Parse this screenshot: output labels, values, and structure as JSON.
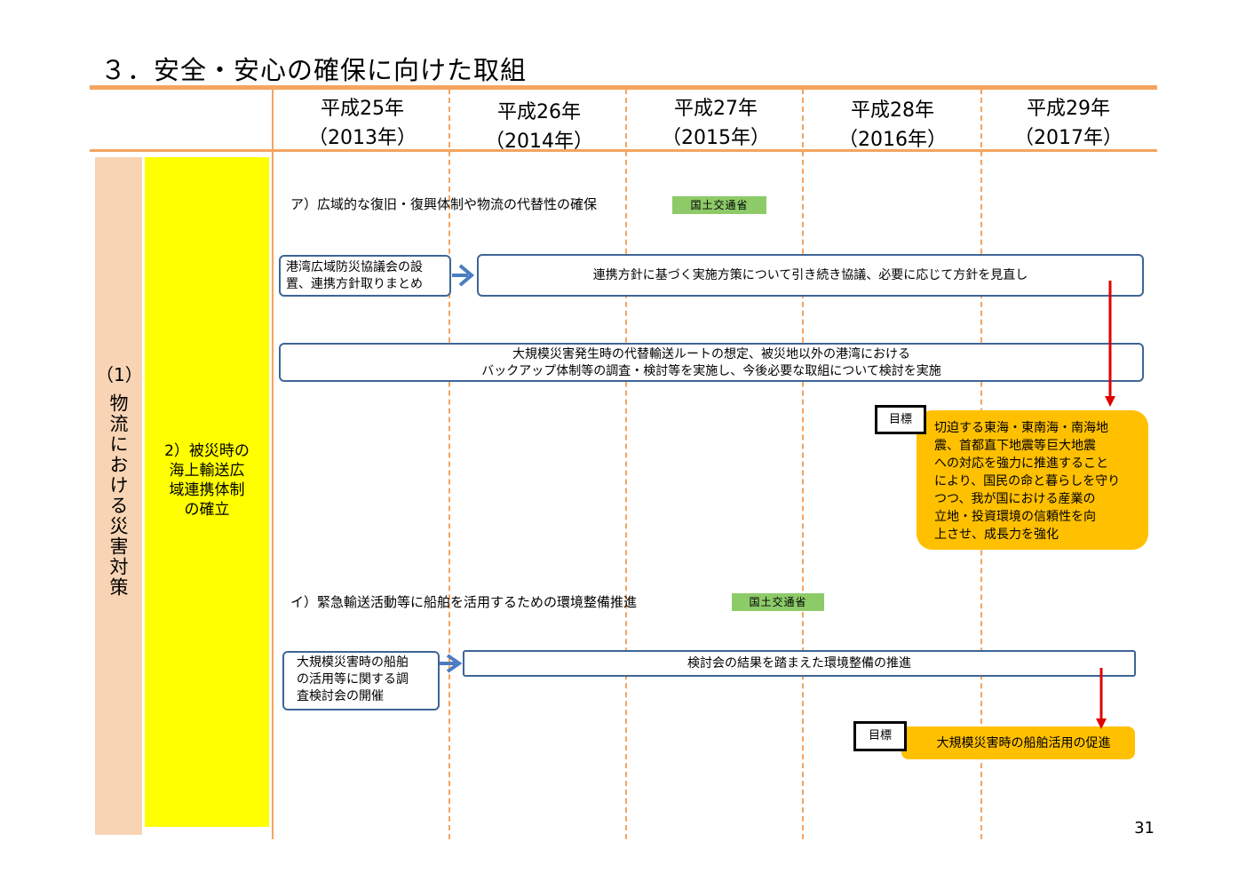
{
  "page": {
    "title": "３．安全・安心の確保に向けた取組",
    "page_number": "31"
  },
  "years": [
    {
      "era": "平成25年",
      "western": "（2013年）"
    },
    {
      "era": "平成26年",
      "western": "（2014年）"
    },
    {
      "era": "平成27年",
      "western": "（2015年）"
    },
    {
      "era": "平成28年",
      "western": "（2016年）"
    },
    {
      "era": "平成29年",
      "western": "（2017年）"
    }
  ],
  "category": {
    "main_number": "（1）",
    "main_label": "物流における災害対策",
    "sub_label_line1": "2）被災時の",
    "sub_label_line2": "海上輸送広",
    "sub_label_line3": "域連携体制",
    "sub_label_line4": "の確立"
  },
  "section_a": {
    "heading": "ア）広域的な復旧・復興体制や物流の代替性の確保",
    "ministry": "国土交通省",
    "box1_line1": "港湾広域防災協議会の設",
    "box1_line2": "置、連携方針取りまとめ",
    "box2": "連携方針に基づく実施方策について引き続き協議、必要に応じて方針を見直し",
    "box3_line1": "大規模災害発生時の代替輸送ルートの想定、被災地以外の港湾における",
    "box3_line2": "バックアップ体制等の調査・検討等を実施し、今後必要な取組について検討を実施",
    "goal_label": "目標",
    "goal_lines": [
      "切迫する東海・東南海・南海地",
      "震、首都直下地震等巨大地震",
      "への対応を強力に推進すること",
      "により、国民の命と暮らしを守り",
      "つつ、我が国における産業の",
      "立地・投資環境の信頼性を向",
      "上させ、成長力を強化"
    ]
  },
  "section_b": {
    "heading": "イ）緊急輸送活動等に船舶を活用するための環境整備推進",
    "ministry": "国土交通省",
    "box1_line1": "大規模災害時の船舶",
    "box1_line2": "の活用等に関する調",
    "box1_line3": "査検討会の開催",
    "box2": "検討会の結果を踏まえた環境整備の推進",
    "goal_label": "目標",
    "goal_text": "大規模災害時の船舶活用の促進"
  },
  "colors": {
    "orange_line": "#f4a460",
    "box_border": "#3e6596",
    "arrow_blue": "#4a7dc0",
    "arrow_red": "#e00000",
    "goal_fill": "#ffc000",
    "badge_green": "#8dcb69",
    "yellow": "#ffff00",
    "peach": "#f8d4b4"
  }
}
